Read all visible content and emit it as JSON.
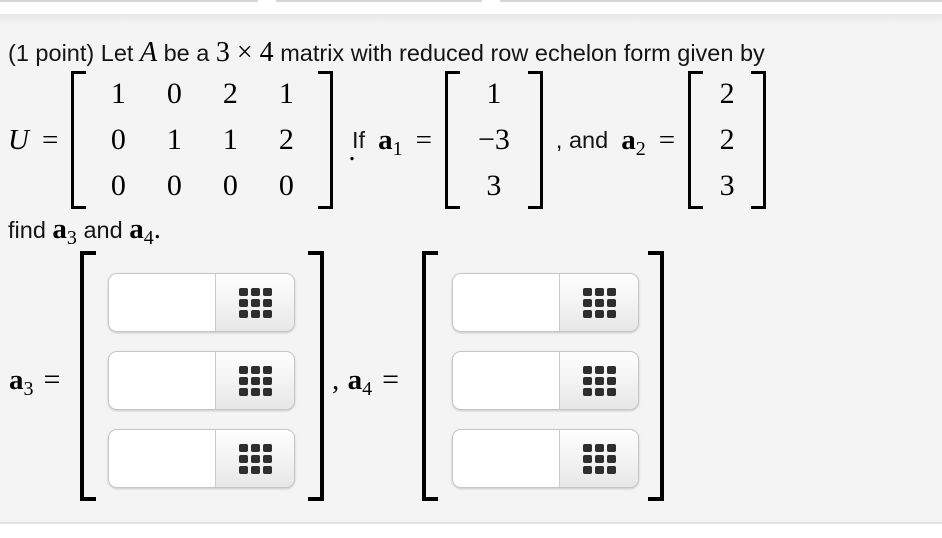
{
  "problem": {
    "points": "(1 point)",
    "text_let": "Let",
    "var_A": "A",
    "text_be_a": "be a",
    "dimension": "3 × 4",
    "text_tail": "matrix with reduced row echelon form given by",
    "u_label": "U",
    "equals": "=",
    "u_matrix": [
      [
        "1",
        "0",
        "2",
        "1"
      ],
      [
        "0",
        "1",
        "1",
        "2"
      ],
      [
        "0",
        "0",
        "0",
        "0"
      ]
    ],
    "u_period": ".",
    "text_if": "If",
    "a1_name": "a",
    "a1_sub": "1",
    "a1_values": [
      "1",
      "−3",
      "3"
    ],
    "text_and": ", and",
    "a2_name": "a",
    "a2_sub": "2",
    "a2_values": [
      "2",
      "2",
      "3"
    ],
    "find": {
      "text_find": "find",
      "a3_name": "a",
      "a3_sub": "3",
      "text_and": "and",
      "a4_name": "a",
      "a4_sub": "4",
      "period": "."
    }
  },
  "answers": {
    "a3": {
      "name": "a",
      "sub": "3",
      "equals": "=",
      "inputs": [
        {
          "value": ""
        },
        {
          "value": ""
        },
        {
          "value": ""
        }
      ]
    },
    "comma": ",",
    "a4": {
      "name": "a",
      "sub": "4",
      "equals": "=",
      "inputs": [
        {
          "value": ""
        },
        {
          "value": ""
        },
        {
          "value": ""
        }
      ]
    }
  },
  "colors": {
    "panel_bg": "#f4f4f4",
    "keypad_icon": "#2e2e2e",
    "input_border": "#c6c6c6"
  }
}
